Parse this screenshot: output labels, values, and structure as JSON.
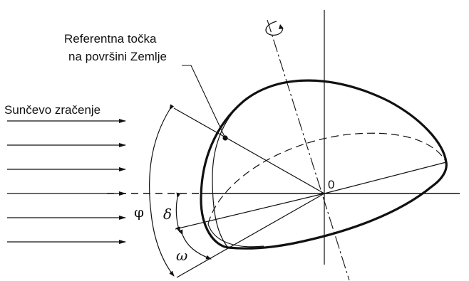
{
  "labels": {
    "reference_point_line1": "Referentna točka",
    "reference_point_line2": "na površini Zemlje",
    "solar_radiation": "Sunčevo zračenje",
    "origin": "0",
    "phi": "φ",
    "delta": "δ",
    "omega": "ω"
  },
  "colors": {
    "line": "#111111",
    "background": "#ffffff"
  },
  "icons": {
    "rotation": "rotation-arrow-icon"
  }
}
